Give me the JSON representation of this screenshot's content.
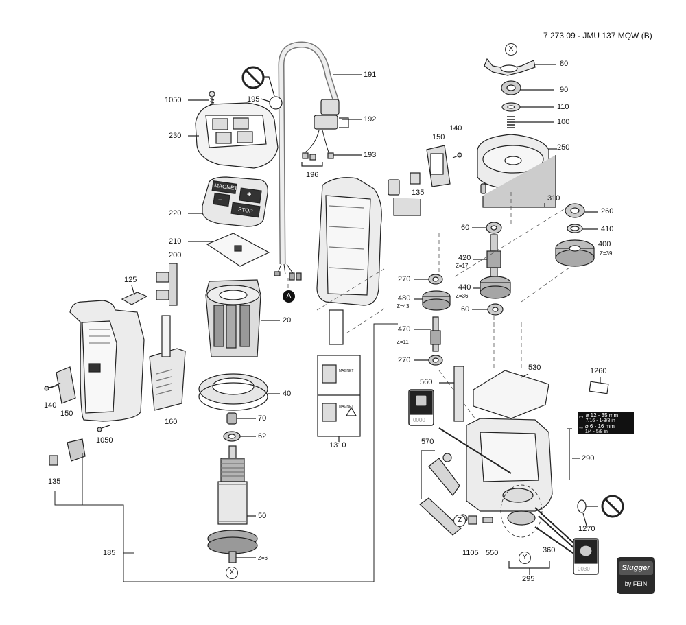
{
  "document": {
    "code": "7 273 09 - JMU 137 MQW (B)"
  },
  "parts": [
    {
      "id": "p80",
      "text": "80"
    },
    {
      "id": "p90",
      "text": "90"
    },
    {
      "id": "p110",
      "text": "110"
    },
    {
      "id": "p100",
      "text": "100"
    },
    {
      "id": "p250",
      "text": "250"
    },
    {
      "id": "p310",
      "text": "310"
    },
    {
      "id": "p260",
      "text": "260"
    },
    {
      "id": "p410",
      "text": "410"
    },
    {
      "id": "p400",
      "text": "400"
    },
    {
      "id": "p60a",
      "text": "60"
    },
    {
      "id": "p420",
      "text": "420"
    },
    {
      "id": "p270a",
      "text": "270"
    },
    {
      "id": "p440",
      "text": "440"
    },
    {
      "id": "p480",
      "text": "480"
    },
    {
      "id": "p60b",
      "text": "60"
    },
    {
      "id": "p470",
      "text": "470"
    },
    {
      "id": "p270b",
      "text": "270"
    },
    {
      "id": "p530",
      "text": "530"
    },
    {
      "id": "p560",
      "text": "560"
    },
    {
      "id": "p1260",
      "text": "1260"
    },
    {
      "id": "p570",
      "text": "570"
    },
    {
      "id": "p290",
      "text": "290"
    },
    {
      "id": "p1270",
      "text": "1270"
    },
    {
      "id": "p1105",
      "text": "1105"
    },
    {
      "id": "p550",
      "text": "550"
    },
    {
      "id": "p360",
      "text": "360"
    },
    {
      "id": "p295",
      "text": "295"
    },
    {
      "id": "p191",
      "text": "191"
    },
    {
      "id": "p192",
      "text": "192"
    },
    {
      "id": "p193",
      "text": "193"
    },
    {
      "id": "p196",
      "text": "196"
    },
    {
      "id": "p195",
      "text": "195"
    },
    {
      "id": "p140a",
      "text": "140"
    },
    {
      "id": "p150a",
      "text": "150"
    },
    {
      "id": "p135a",
      "text": "135"
    },
    {
      "id": "p1050a",
      "text": "1050"
    },
    {
      "id": "p230",
      "text": "230"
    },
    {
      "id": "p220",
      "text": "220"
    },
    {
      "id": "p210",
      "text": "210"
    },
    {
      "id": "p200",
      "text": "200"
    },
    {
      "id": "p125",
      "text": "125"
    },
    {
      "id": "p20",
      "text": "20"
    },
    {
      "id": "p40",
      "text": "40"
    },
    {
      "id": "p70",
      "text": "70"
    },
    {
      "id": "p62",
      "text": "62"
    },
    {
      "id": "p50",
      "text": "50"
    },
    {
      "id": "p1310",
      "text": "1310"
    },
    {
      "id": "p140b",
      "text": "140"
    },
    {
      "id": "p150b",
      "text": "150"
    },
    {
      "id": "p160",
      "text": "160"
    },
    {
      "id": "p1050b",
      "text": "1050"
    },
    {
      "id": "p135b",
      "text": "135"
    },
    {
      "id": "p185",
      "text": "185"
    }
  ],
  "teeth": {
    "z17": "Z=17",
    "z36": "Z=36",
    "z43": "Z=43",
    "z11": "Z=11",
    "z39": "Z=39",
    "z6": "Z=6"
  },
  "markers": {
    "x_top": "X",
    "x_bottom": "X",
    "a": "A",
    "z": "Z",
    "y": "Y"
  },
  "panel": {
    "magnet": "MAGNET",
    "stop": "STOP",
    "plus": "+",
    "minus": "−"
  },
  "labels1310": {
    "magnet_a": "MAGNET",
    "magnet_b": "MAGNET"
  },
  "dimensions": {
    "row1_main": "⌀ 12 - 35 mm",
    "row1_sub": "7/16 - 1-3/8 in",
    "row2_main": "⌀ 6 - 16 mm",
    "row2_sub": "1/4 - 5/8 in"
  },
  "icons": {
    "no_lube": "no-grease-icon",
    "grease_pot": "grease-pot-icon",
    "code_a": "0000",
    "code_b": "0030"
  },
  "logo": {
    "brand": "Slugger",
    "by": "by FEIN"
  }
}
